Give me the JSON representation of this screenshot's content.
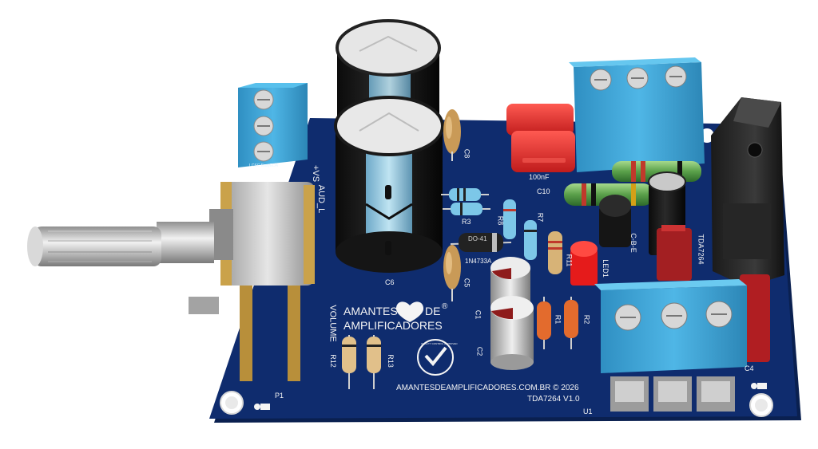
{
  "board": {
    "brand_line1": "AMANTES",
    "brand_de": "DE",
    "brand_reg": "®",
    "brand_line2": "AMPLIFICADORES",
    "footer_url": "AMANTESDEAMPLIFICADORES.COM.BR © 2026",
    "footer_version": "TDA7264 V1.0",
    "stamp_text": "QUALITY CONTROL APPROVED",
    "colors": {
      "pcb": "#0f2c6e",
      "silk": "#f4f4f4",
      "terminal": "#3ea4d6",
      "cap_red": "#e0262a",
      "pot_gold": "#caa24a"
    }
  },
  "labels": {
    "c8": "C8",
    "c10": "C10",
    "cap_100nf": "100nF",
    "r3": "R3",
    "r8": "R8",
    "r7": "R7",
    "r11": "R11",
    "r1": "R1",
    "r2": "R2",
    "r12": "R12",
    "r13": "R13",
    "c6": "C6",
    "c5": "C5",
    "c1": "C1",
    "c2": "C2",
    "c4": "C4",
    "p1": "P1",
    "u1": "U1",
    "led1": "LED1",
    "diode": "1N4733A",
    "do41": "DO-41",
    "volume": "VOLUME",
    "vs": "+VS",
    "aud": "AUD_L",
    "tda": "TDA7264",
    "cbe": "C-B-E",
    "lcsc": "LCSC EasyEDA"
  }
}
